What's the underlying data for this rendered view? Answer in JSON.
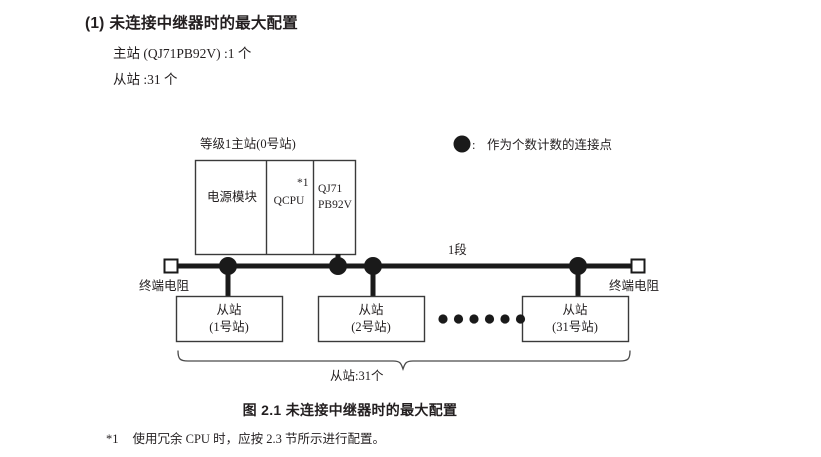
{
  "heading": {
    "number": "(1)",
    "title": "未连接中继器时的最大配置",
    "master_line": "主站 (QJ71PB92V) :1 个",
    "slave_line": "从站 :31 个"
  },
  "legend": {
    "marker": "dot-marker",
    "colon": ":",
    "text": "作为个数计数的连接点"
  },
  "diagram": {
    "class1_master_label": "等级1主站(0号站)",
    "modules": {
      "power": "电源模块",
      "cpu": "QCPU",
      "cpu_footnote_mark": "*1",
      "network_line1": "QJ71",
      "network_line2": "PB92V"
    },
    "segment_label": "1段",
    "terminator_left": "终端电阻",
    "terminator_right": "终端电阻",
    "slaves": [
      {
        "name": "从站",
        "station": "(1号站)"
      },
      {
        "name": "从站",
        "station": "(2号站)"
      },
      {
        "name": "从站",
        "station": "(31号站)"
      }
    ],
    "ellipsis_dots": 6,
    "brace_label": "从站:31个"
  },
  "caption": "图 2.1  未连接中继器时的最大配置",
  "footnote": {
    "mark": "*1",
    "text": "使用冗余 CPU 时，应按 2.3 节所示进行配置。"
  },
  "colors": {
    "ink": "#231f20",
    "line": "#1a1a1a",
    "box_stroke": "#3a3a3a",
    "background": "#ffffff"
  }
}
